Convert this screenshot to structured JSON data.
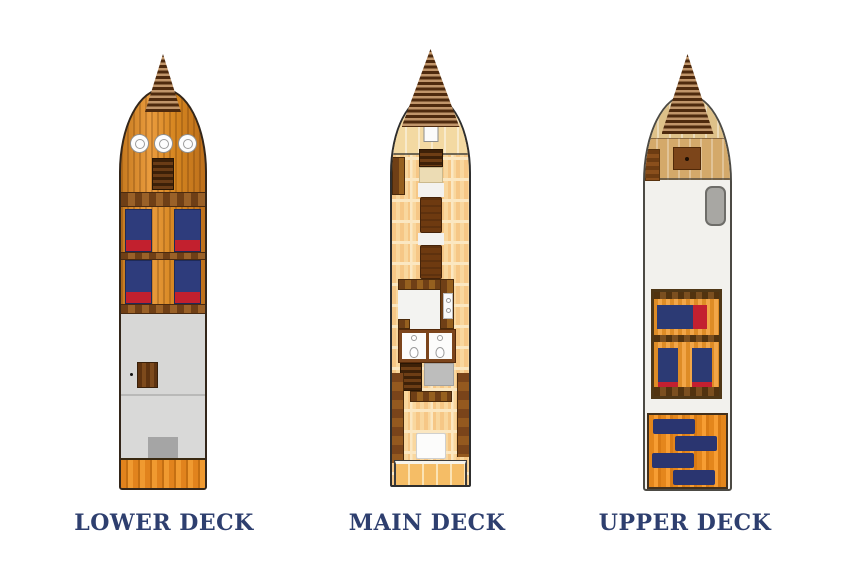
{
  "colors": {
    "background": "#ffffff",
    "label_text": "#2e3f6f",
    "hull_wood_orange": "#d9882a",
    "deck_plank_tan": "#f7cc8a",
    "upper_deck_tan": "#d4a96a",
    "berth_blue": "#2e3c7c",
    "pillow_red": "#c2202e",
    "dark_wood": "#5a3413",
    "room_gray": "#d7d7d6",
    "deckhouse_white": "#f2f1ed"
  },
  "decks": [
    {
      "id": "lower",
      "label": "LOWER DECK",
      "features": [
        "bow netting",
        "3 portholes",
        "companionway stairs",
        "storage locker band",
        "4 blue berths with red pillows",
        "engine room with crate",
        "aft hold with gray box",
        "stern planking"
      ]
    },
    {
      "id": "main",
      "label": "MAIN DECK",
      "features": [
        "bow netting",
        "foredeck hatch",
        "side locker",
        "companionway",
        "2 low tables",
        "galley with counters and stove",
        "2 bathrooms with sink and toilet",
        "aft stairs",
        "shower pan",
        "port and starboard benches",
        "aft dining table",
        "stern platform"
      ]
    },
    {
      "id": "upper",
      "label": "UPPER DECK",
      "features": [
        "bow netting",
        "foredeck hatch",
        "helm console",
        "side locker",
        "gray dinghy",
        "sun platform with 3 blue mattresses",
        "stern sun deck with 4 blue mats"
      ]
    }
  ]
}
